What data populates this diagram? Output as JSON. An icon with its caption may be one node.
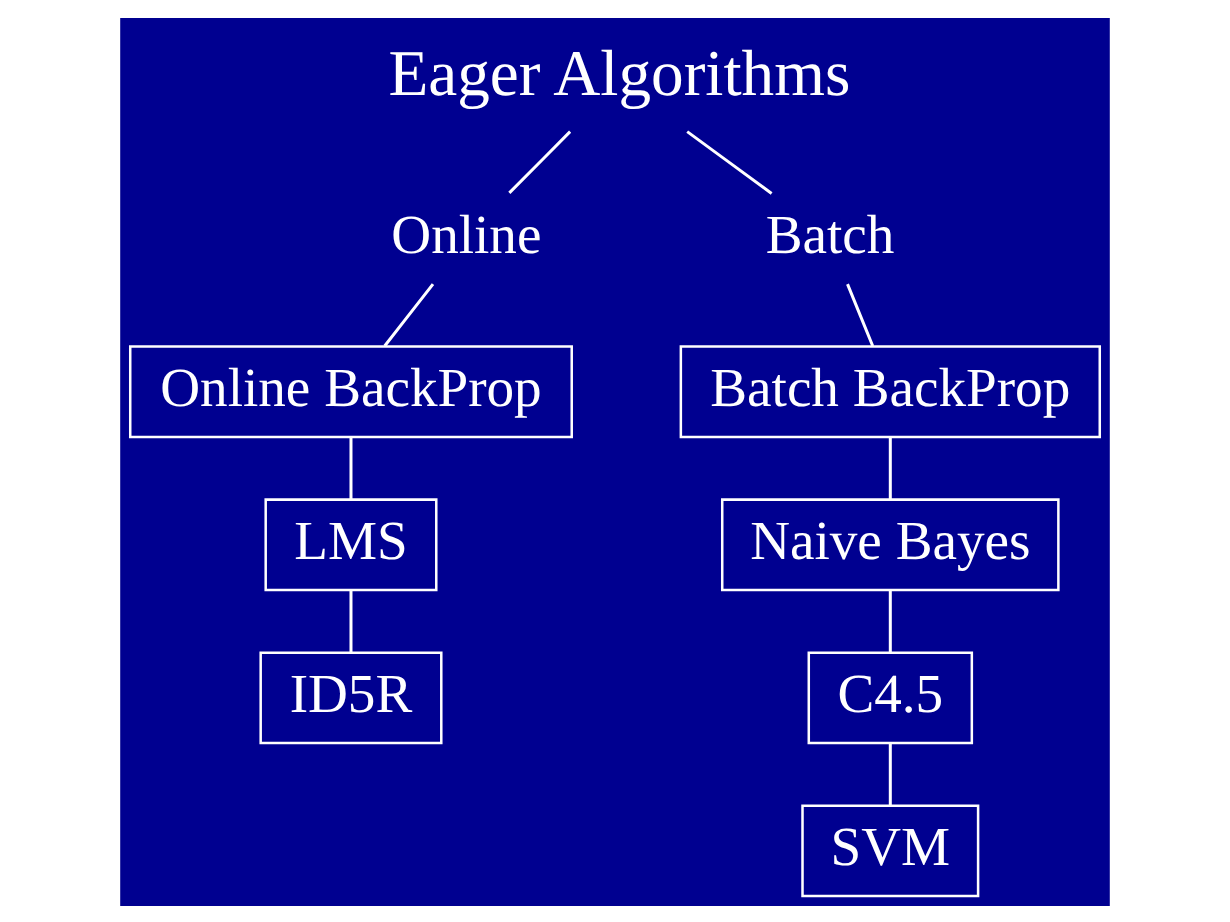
{
  "diagram": {
    "nodes": [
      {
        "text": [
          "Eager Algorithms"
        ]
      },
      {
        "text": [
          "Online"
        ]
      },
      {
        "text": [
          "Batch"
        ]
      },
      {
        "text": [
          "Online BackProp"
        ]
      },
      {
        "text": [
          "LMS"
        ]
      },
      {
        "text": [
          "ID5R"
        ]
      },
      {
        "text": [
          "Batch BackProp"
        ]
      },
      {
        "text": [
          "Naive Bayes"
        ]
      },
      {
        "text": [
          "C4.5"
        ]
      },
      {
        "text": [
          "SVM"
        ]
      }
    ],
    "edges": [
      {
        "from": 0,
        "to": 1,
        "arrow": "none"
      },
      {
        "from": 0,
        "to": 2,
        "arrow": "none"
      },
      {
        "from": 1,
        "to": 3,
        "arrow": "none"
      },
      {
        "from": 3,
        "to": 4,
        "arrow": "none"
      },
      {
        "from": 4,
        "to": 5,
        "arrow": "none"
      },
      {
        "from": 2,
        "to": 6,
        "arrow": "none"
      },
      {
        "from": 6,
        "to": 7,
        "arrow": "none"
      },
      {
        "from": 7,
        "to": 8,
        "arrow": "none"
      },
      {
        "from": 8,
        "to": 9,
        "arrow": "none"
      }
    ]
  }
}
